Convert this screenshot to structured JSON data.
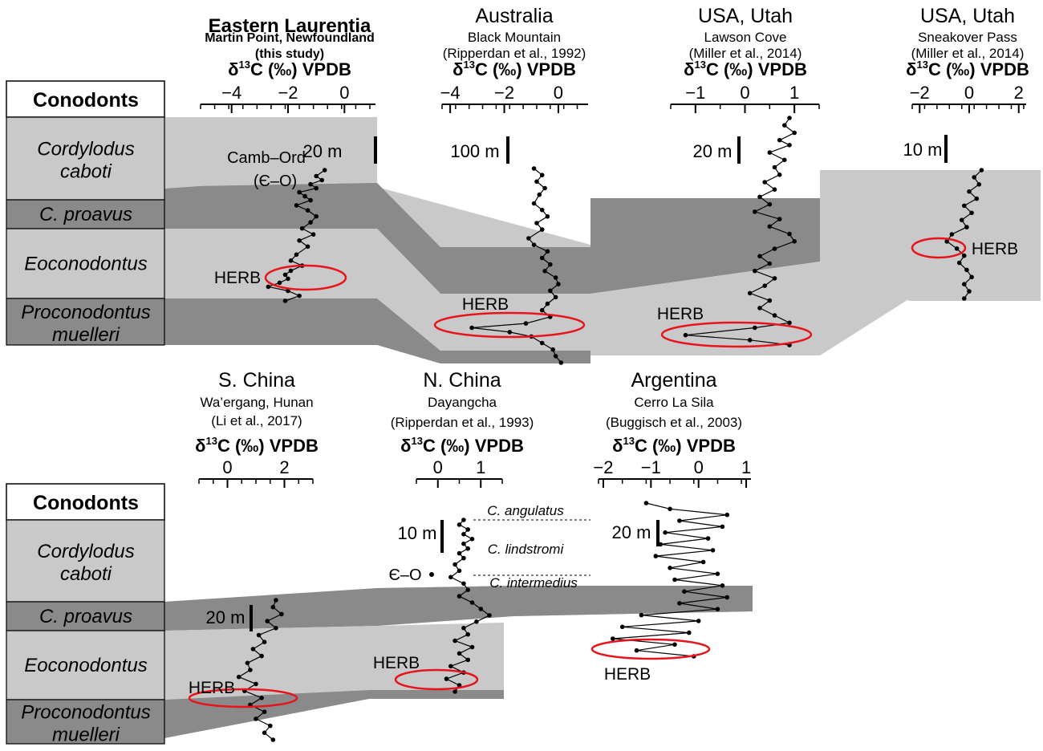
{
  "colors": {
    "light_zone": "#c9c9c9",
    "dark_zone": "#8a8a8a",
    "herb_ellipse": "#e8141c",
    "curve": "#000000",
    "header_bg": "#ffffff"
  },
  "zone_header": "Conodonts",
  "zones": [
    "Cordylodus caboti",
    "C. proavus",
    "Eoconodontus",
    "Proconodontus muelleri"
  ],
  "zone_lines": {
    "caboti": [
      "Cordylodus",
      "caboti"
    ],
    "proavus": "C. proavus",
    "eocono": "Eoconodontus",
    "muelleri": [
      "Proconodontus",
      "muelleri"
    ]
  },
  "axis_label_prefix": "δ",
  "axis_label_sup": "13",
  "axis_label_rest": "C (‰) VPDB",
  "herb_label": "HERB",
  "chart_data": [
    {
      "type": "line",
      "region": "Eastern Laurentia",
      "locality": "Martin Point, Newfoundland",
      "source": "(this study)",
      "xlabel": "δ13C (‰) VPDB",
      "xticks": [
        -4,
        -2,
        0
      ],
      "xlim": [
        -5.1,
        1.1
      ],
      "scale_bar": "20 m",
      "annotations": [
        "Camb–Ord",
        "(Є–O)",
        "HERB"
      ],
      "series": [
        {
          "x": [
            -0.7,
            -1.0,
            -0.8,
            -1.2,
            -1.0,
            -1.6,
            -1.4,
            -1.2,
            -1.7,
            -1.3,
            -1.0,
            -1.2,
            -1.5,
            -1.1,
            -1.6,
            -1.3,
            -1.7,
            -1.9,
            -1.5,
            -1.9,
            -2.1,
            -2.0,
            -2.3,
            -2.7,
            -2.0,
            -1.6,
            -2.1
          ],
          "y": [
            0,
            6,
            10,
            14,
            18,
            22,
            26,
            30,
            35,
            40,
            46,
            52,
            58,
            64,
            70,
            76,
            84,
            90,
            95,
            100,
            104,
            108,
            112,
            116,
            120,
            125,
            130
          ]
        }
      ]
    },
    {
      "type": "line",
      "region": "Australia",
      "locality": "Black Mountain",
      "source": "(Ripperdan et al., 1992)",
      "xlabel": "δ13C (‰) VPDB",
      "xticks": [
        -4,
        -2,
        0
      ],
      "xlim": [
        -4.3,
        1.1
      ],
      "scale_bar": "100 m",
      "annotations": [
        "HERB"
      ],
      "series": [
        {
          "x": [
            -0.9,
            -0.6,
            -0.8,
            -0.5,
            -0.7,
            -0.9,
            -0.6,
            -0.4,
            -0.8,
            -0.6,
            -1.1,
            -0.9,
            -0.4,
            -0.6,
            -0.3,
            -0.5,
            -0.1,
            0.0,
            -0.3,
            -0.1,
            -0.4,
            -0.6,
            -0.3,
            -1.2,
            -3.2,
            -1.8,
            -1.0,
            -0.6,
            -0.2,
            -0.1,
            0.1
          ],
          "y": [
            0,
            15,
            30,
            45,
            60,
            80,
            95,
            110,
            125,
            140,
            160,
            175,
            190,
            205,
            220,
            235,
            250,
            265,
            280,
            295,
            310,
            325,
            340,
            355,
            365,
            375,
            385,
            400,
            415,
            430,
            445
          ]
        }
      ]
    },
    {
      "type": "line",
      "region": "USA, Utah",
      "locality": "Lawson Cove",
      "source": "(Miller et al., 2014)",
      "xlabel": "δ13C (‰) VPDB",
      "xticks": [
        -1,
        0,
        1
      ],
      "xlim": [
        -1.5,
        1.5
      ],
      "scale_bar": "20 m",
      "annotations": [
        "HERB"
      ],
      "series": [
        {
          "x": [
            0.9,
            0.8,
            1.0,
            0.7,
            0.9,
            0.5,
            0.8,
            0.6,
            0.7,
            0.4,
            0.6,
            0.3,
            0.5,
            0.2,
            0.7,
            0.5,
            0.9,
            1.0,
            0.6,
            0.3,
            0.5,
            0.2,
            0.6,
            0.4,
            0.1,
            0.5,
            0.3,
            0.6,
            0.9,
            0.2,
            -1.2,
            0.1,
            0.9
          ],
          "y": [
            0,
            15,
            30,
            45,
            55,
            70,
            85,
            100,
            115,
            130,
            145,
            160,
            175,
            190,
            205,
            220,
            235,
            250,
            265,
            280,
            295,
            310,
            325,
            340,
            355,
            370,
            385,
            400,
            415,
            425,
            440,
            450,
            460
          ]
        }
      ]
    },
    {
      "type": "line",
      "region": "USA, Utah",
      "locality": "Sneakover Pass",
      "source": "(Miller et al., 2014)",
      "xlabel": "δ13C (‰) VPDB",
      "xticks": [
        -2,
        0,
        2
      ],
      "xlim": [
        -2.3,
        2.3
      ],
      "scale_bar": "10 m",
      "annotations": [
        "HERB"
      ],
      "series": [
        {
          "x": [
            0.5,
            0.2,
            0.4,
            0.0,
            0.3,
            -0.2,
            0.1,
            -0.3,
            -0.1,
            -0.7,
            -0.9,
            -0.5,
            -0.2,
            -0.4,
            -0.1,
            0.1,
            -0.2,
            0.0,
            -0.2
          ],
          "y": [
            0,
            4,
            8,
            12,
            16,
            20,
            24,
            28,
            32,
            36,
            40,
            44,
            48,
            52,
            56,
            60,
            64,
            68,
            72
          ]
        }
      ]
    },
    {
      "type": "line",
      "region": "S. China",
      "locality": "Wa’ergang, Hunan",
      "source": "(Li et al., 2017)",
      "xlabel": "δ13C (‰) VPDB",
      "xticks": [
        0,
        2
      ],
      "xlim": [
        -1,
        3
      ],
      "scale_bar": "20 m",
      "annotations": [
        "HERB"
      ],
      "series": [
        {
          "x": [
            1.7,
            1.6,
            1.9,
            1.4,
            1.7,
            1.1,
            1.3,
            0.9,
            1.2,
            0.7,
            0.8,
            0.4,
            1.0,
            0.6,
            1.2,
            0.8,
            1.3,
            1.0,
            1.5,
            1.3,
            1.6
          ],
          "y": [
            0,
            8,
            16,
            24,
            32,
            40,
            48,
            56,
            64,
            72,
            80,
            88,
            96,
            104,
            112,
            120,
            128,
            136,
            144,
            152,
            160
          ]
        }
      ]
    },
    {
      "type": "line",
      "region": "N. China",
      "locality": "Dayangcha",
      "source": "(Ripperdan et al., 1993)",
      "xlabel": "δ13C (‰) VPDB",
      "xticks": [
        0,
        1
      ],
      "xlim": [
        -0.5,
        1.5
      ],
      "scale_bar": "10 m",
      "annotations": [
        "C. angulatus",
        "C. lindstromi",
        "C. intermedius",
        "Є–O",
        "HERB"
      ],
      "series": [
        {
          "x": [
            0.6,
            0.5,
            0.7,
            0.6,
            0.8,
            0.6,
            0.7,
            0.5,
            0.6,
            0.4,
            0.5,
            0.3,
            0.6,
            0.7,
            0.5,
            0.8,
            1.0,
            1.2,
            0.9,
            0.6,
            0.7,
            0.4,
            0.8,
            0.5,
            0.7,
            0.3,
            0.6,
            0.2,
            0.5,
            0.4
          ],
          "y": [
            0,
            6,
            12,
            18,
            24,
            30,
            36,
            42,
            48,
            56,
            64,
            72,
            80,
            88,
            96,
            104,
            112,
            120,
            128,
            136,
            144,
            152,
            160,
            168,
            176,
            184,
            192,
            200,
            208,
            216
          ]
        }
      ]
    },
    {
      "type": "line",
      "region": "Argentina",
      "locality": "Cerro La Sila",
      "source": "(Buggisch et al., 2003)",
      "xlabel": "δ13C (‰) VPDB",
      "xticks": [
        -2,
        -1,
        0,
        1
      ],
      "xlim": [
        -2.1,
        1.1
      ],
      "scale_bar": "20 m",
      "annotations": [
        "HERB"
      ],
      "series": [
        {
          "x": [
            -1.1,
            -0.6,
            0.6,
            -0.4,
            0.5,
            -0.7,
            0.2,
            -0.8,
            0.3,
            -0.9,
            0.1,
            -0.6,
            0.4,
            -0.5,
            0.5,
            -0.3,
            0.6,
            -0.4,
            0.4,
            -1.2,
            0.0,
            -1.6,
            -0.2,
            -1.8,
            -0.5,
            -1.3,
            -0.1
          ],
          "y": [
            0,
            7,
            14,
            21,
            28,
            35,
            42,
            49,
            56,
            63,
            70,
            77,
            84,
            91,
            98,
            105,
            112,
            119,
            126,
            133,
            140,
            147,
            154,
            161,
            168,
            175,
            182
          ]
        }
      ]
    }
  ]
}
